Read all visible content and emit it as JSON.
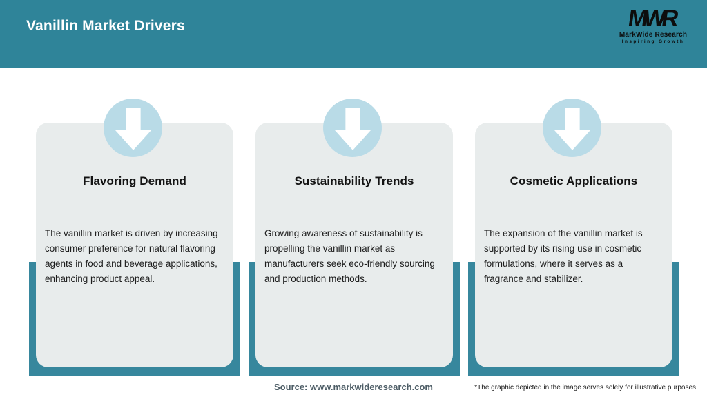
{
  "header": {
    "title": "Vanillin Market Drivers",
    "logo": {
      "monogram": "MWR",
      "name": "MarkWide Research",
      "tagline": "Inspiring Growth"
    }
  },
  "cards": [
    {
      "icon": "down-arrow-icon",
      "title": "Flavoring Demand",
      "description": "The vanillin market is driven by increasing consumer preference for natural flavoring agents in food and beverage applications, enhancing product appeal."
    },
    {
      "icon": "down-arrow-icon",
      "title": "Sustainability Trends",
      "description": "Growing awareness of sustainability is propelling the vanillin market as manufacturers seek eco-friendly sourcing and production methods."
    },
    {
      "icon": "down-arrow-icon",
      "title": "Cosmetic Applications",
      "description": "The expansion of the vanillin market is supported by its rising use in cosmetic formulations, where it serves as a fragrance and stabilizer."
    }
  ],
  "footer": {
    "source": "Source: www.markwideresearch.com",
    "disclaimer": "*The graphic depicted in the image serves solely for illustrative purposes"
  },
  "colors": {
    "header_teal": "#2F8499",
    "band_teal": "#37879D",
    "card_gray": "#E8ECEC",
    "circle_blue": "#B9DBE7"
  }
}
